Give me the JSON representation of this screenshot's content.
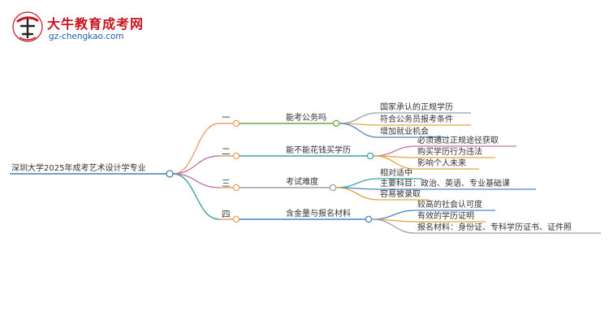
{
  "brand": {
    "title": "大牛教育成考网",
    "url": "gz-chengkao.com"
  },
  "mindmap": {
    "root": "深圳大学2025年成考艺术设计学专业",
    "branches": [
      {
        "num": "一",
        "label": "能考公务吗",
        "color": "#e8a06a",
        "leaves": [
          "国家承认的正规学历",
          "符合公务员报考条件",
          "增加就业机会"
        ]
      },
      {
        "num": "二",
        "label": "能不能花钱买学历",
        "color": "#e8a06a",
        "leaves": [
          "必须通过正规途径获取",
          "购买学历行为违法",
          "影响个人未来"
        ]
      },
      {
        "num": "三",
        "label": "考试难度",
        "color": "#e8a06a",
        "leaves": [
          "相对适中",
          "主要科目：政治、英语、专业基础课",
          "容易被录取"
        ]
      },
      {
        "num": "四",
        "label": "含金量与报名材料",
        "color": "#e8a06a",
        "leaves": [
          "较高的社会认可度",
          "有效的学历证明",
          "报名材料：身份证、专科学历证书、证件照"
        ]
      }
    ],
    "colors": {
      "root_line": "#4a7fb0",
      "branch_line": "#e8a06a",
      "leaf_line_green": "#6aa84f",
      "leaf_line_purple": "#c27ba0",
      "leaf_line_blue": "#4a86c8",
      "leaf_line_gray": "#9aa0a6",
      "leaf_line_orange": "#e6a23c",
      "leaf_line_teal": "#3aa8a0"
    }
  }
}
